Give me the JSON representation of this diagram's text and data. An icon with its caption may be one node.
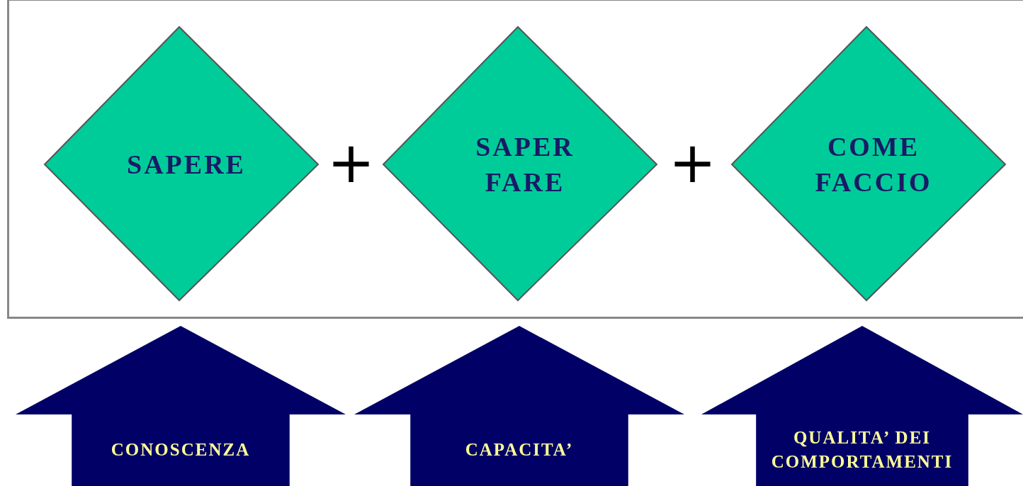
{
  "diagram": {
    "nodes": [
      {
        "text": [],
        "shape": "box"
      },
      {
        "text": [
          "SAPERE"
        ],
        "in": 0
      },
      {
        "text": [
          "SAPER FARE"
        ],
        "in": 0
      },
      {
        "text": [
          "COME FACCIO"
        ],
        "in": 0
      },
      {
        "text": [
          "CONOSCENZA"
        ]
      },
      {
        "text": [
          "CAPACITA’"
        ]
      },
      {
        "text": [
          "QUALITA’ DEI COMPORTAMENTI"
        ]
      }
    ],
    "labels": [
      "+",
      "+"
    ]
  }
}
